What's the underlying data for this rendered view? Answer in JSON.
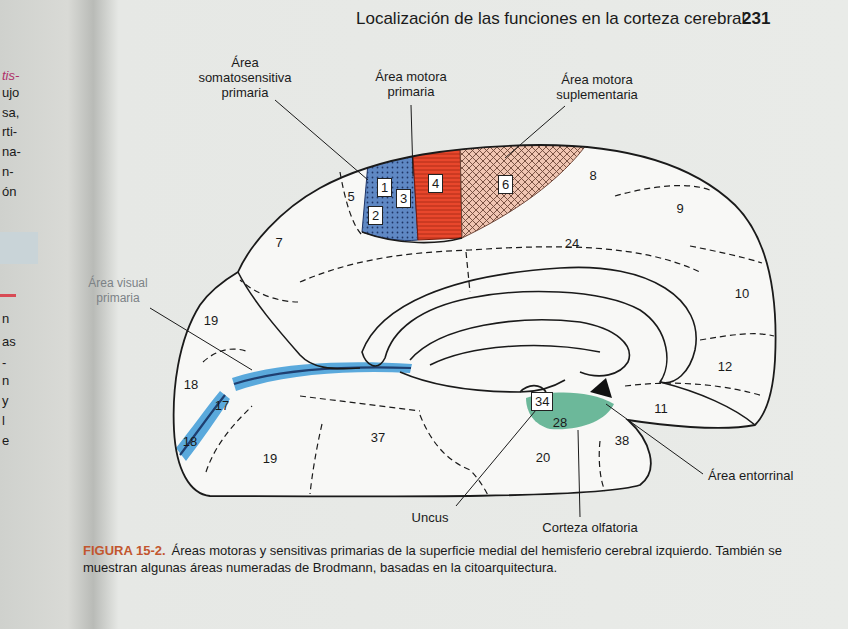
{
  "diagram": {
    "caption": "Áreas motoras y sensitivas primarias de la superficie medial del hemisferio cerebral izquierdo. También se muestran algunas áreas numeradas de Brodmann, basadas en la citoarquitectura.",
    "nodes": [
      {
        "text": [
          "1"
        ]
      },
      {
        "text": [
          "2"
        ]
      },
      {
        "text": [
          "3"
        ]
      },
      {
        "text": [
          "4"
        ]
      },
      {
        "text": [
          "6"
        ]
      },
      {
        "text": [
          "34"
        ]
      }
    ],
    "labels": [
      "Localización de las funciones en la corteza cerebral",
      "231",
      "Área somatosensitiva primaria",
      "Área motora primaria",
      "Área motora suplementaria",
      "5",
      "8",
      "9",
      "7",
      "24",
      "10",
      "Área visual primaria",
      "19",
      "12",
      "18",
      "17",
      "11",
      "28",
      "18",
      "38",
      "37",
      "19",
      "20",
      "Área entorrinal",
      "Uncus",
      "Corteza olfatoria",
      "FIGURA 15-2.",
      "tis-",
      "ujo",
      "sa,",
      "rti-",
      "na-",
      "n-",
      "ón",
      "n",
      "as",
      "-",
      "n",
      "y",
      "l",
      "e"
    ]
  }
}
